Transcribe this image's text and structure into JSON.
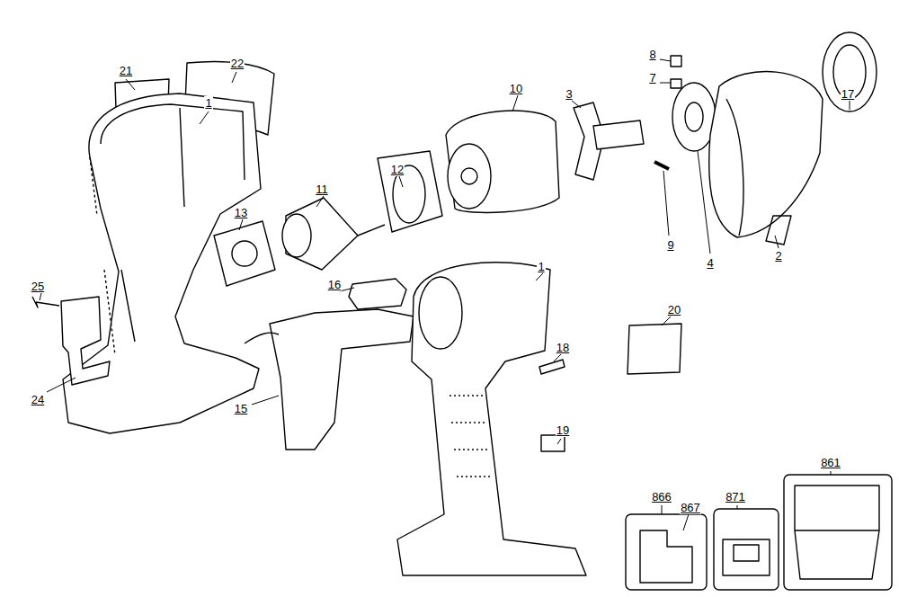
{
  "diagram": {
    "labels": [
      "21",
      "22",
      "1",
      "8",
      "7",
      "3",
      "10",
      "12",
      "11",
      "13",
      "17",
      "4",
      "9",
      "2",
      "25",
      "16",
      "1",
      "20",
      "24",
      "18",
      "15",
      "19",
      "861",
      "866",
      "867",
      "871"
    ]
  }
}
